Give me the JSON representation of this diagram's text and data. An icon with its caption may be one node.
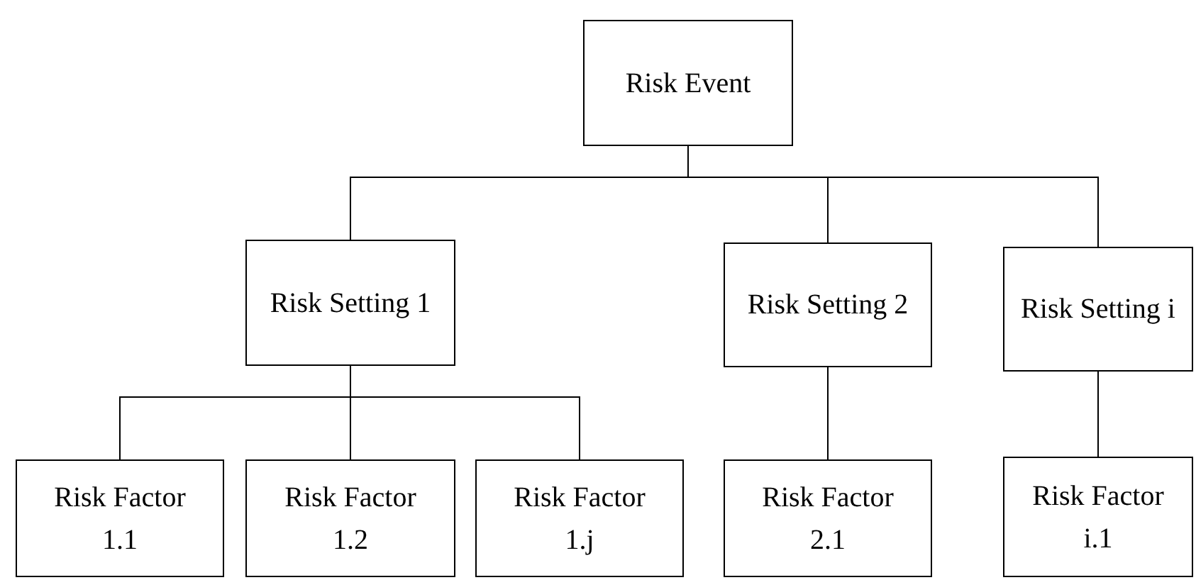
{
  "diagram": {
    "nodes": [
      {
        "text": [
          "Risk Event"
        ]
      },
      {
        "text": [
          "Risk Setting 1"
        ]
      },
      {
        "text": [
          "Risk Setting 2"
        ]
      },
      {
        "text": [
          "Risk Setting i"
        ]
      },
      {
        "text": [
          "Risk Factor 1.1"
        ]
      },
      {
        "text": [
          "Risk Factor 1.2"
        ]
      },
      {
        "text": [
          "Risk Factor 1.j"
        ]
      },
      {
        "text": [
          "Risk Factor 2.1"
        ]
      },
      {
        "text": [
          "Risk Factor i.1"
        ]
      }
    ],
    "edges": [
      {
        "from": 0,
        "to": 1,
        "arrow": "none"
      },
      {
        "from": 0,
        "to": 2,
        "arrow": "none"
      },
      {
        "from": 0,
        "to": 3,
        "arrow": "none"
      },
      {
        "from": 1,
        "to": 4,
        "arrow": "none"
      },
      {
        "from": 1,
        "to": 5,
        "arrow": "none"
      },
      {
        "from": 1,
        "to": 6,
        "arrow": "none"
      },
      {
        "from": 2,
        "to": 7,
        "arrow": "none"
      },
      {
        "from": 3,
        "to": 8,
        "arrow": "none"
      }
    ]
  }
}
